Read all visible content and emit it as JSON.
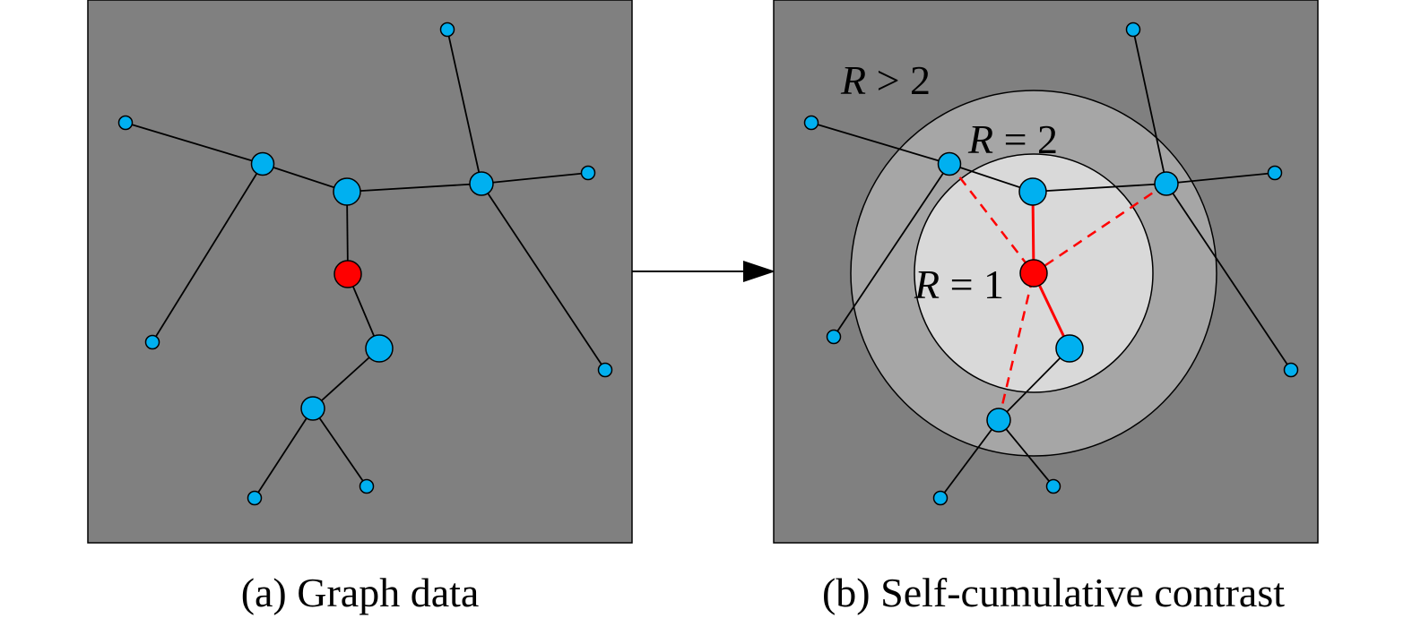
{
  "colors": {
    "panel_bg": "#808080",
    "ring_outer": "#a6a6a6",
    "ring_inner": "#d9d9d9",
    "node": "#00b0f0",
    "center_node": "#ff0000",
    "edge": "#000000",
    "highlight_edge": "#ff0000"
  },
  "captions": {
    "left": "(a) Graph data",
    "right": "(b) Self-cumulative contrast"
  },
  "rings": {
    "outer": {
      "var": "R",
      "rest": " > 2"
    },
    "middle": {
      "var": "R",
      "rest": " = 2"
    },
    "inner": {
      "var": "R",
      "rest": " = 1"
    }
  }
}
